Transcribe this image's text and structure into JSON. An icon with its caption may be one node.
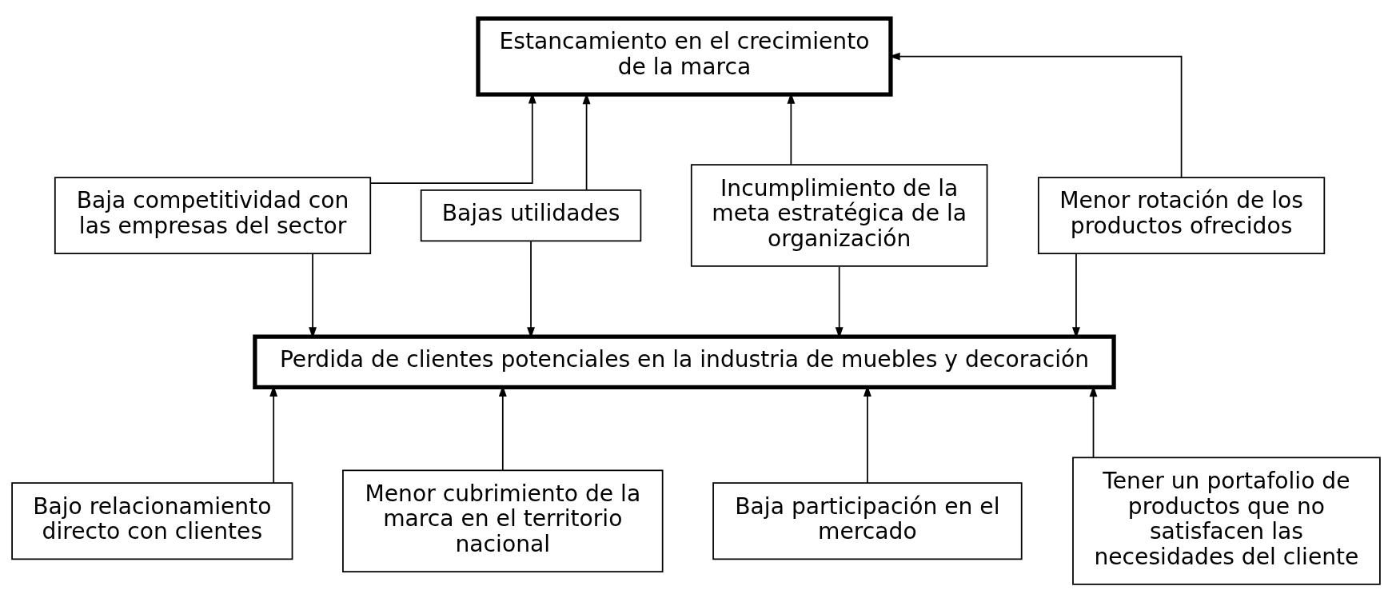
{
  "diagram": {
    "nodes": [
      {
        "text": [
          "Estancamiento en el crecimiento de la marca"
        ]
      },
      {
        "text": [
          "Baja competitividad con las empresas del sector"
        ]
      },
      {
        "text": [
          "Bajas utilidades"
        ]
      },
      {
        "text": [
          "Incumplimiento de la meta estratégica de la organización"
        ]
      },
      {
        "text": [
          "Menor rotación de los productos ofrecidos"
        ]
      },
      {
        "text": [
          "Perdida de clientes potenciales en la industria de muebles y decoración"
        ]
      },
      {
        "text": [
          "Bajo relacionamiento directo con clientes"
        ]
      },
      {
        "text": [
          "Menor cubrimiento de la marca en el territorio nacional"
        ]
      },
      {
        "text": [
          "Baja participación en el mercado"
        ]
      },
      {
        "text": [
          "Tener un portafolio de productos que no satisfacen las necesidades del cliente"
        ]
      }
    ],
    "edges": [
      {
        "from": 1,
        "to": 0,
        "arrow": "to"
      },
      {
        "from": 2,
        "to": 0,
        "arrow": "to"
      },
      {
        "from": 3,
        "to": 0,
        "arrow": "to"
      },
      {
        "from": 4,
        "to": 0,
        "arrow": "to"
      },
      {
        "from": 1,
        "to": 5,
        "arrow": "to"
      },
      {
        "from": 2,
        "to": 5,
        "arrow": "to"
      },
      {
        "from": 3,
        "to": 5,
        "arrow": "to"
      },
      {
        "from": 4,
        "to": 5,
        "arrow": "to"
      },
      {
        "from": 6,
        "to": 5,
        "arrow": "to"
      },
      {
        "from": 7,
        "to": 5,
        "arrow": "to"
      },
      {
        "from": 8,
        "to": 5,
        "arrow": "to"
      },
      {
        "from": 9,
        "to": 5,
        "arrow": "to"
      }
    ]
  }
}
